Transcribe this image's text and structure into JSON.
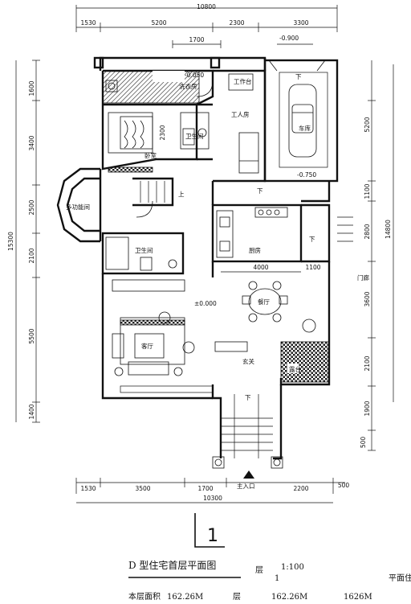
{
  "dimensions": {
    "top_overall": "10800",
    "top_row": [
      "1530",
      "5200",
      "2300",
      "3300"
    ],
    "top_inner": "1700",
    "left_overall": "15300",
    "left_segments": [
      "1600",
      "3400",
      "2500",
      "2100",
      "5500",
      "1400"
    ],
    "right_overall": "14800",
    "right_segments": [
      "5200",
      "1100",
      "2800",
      "3600",
      "2100",
      "1900",
      "500"
    ],
    "bottom_row": [
      "1530",
      "3500",
      "1700",
      "2200",
      "500"
    ],
    "bottom_overall": "10300",
    "dining_width": "4000",
    "dining_right": "1100"
  },
  "levels": {
    "garage": "-0.900",
    "garage_lower": "-0.750",
    "laundry": "-0.050",
    "main": "±0.000"
  },
  "rooms": {
    "laundry": "洗衣房",
    "tool_room": "工作台",
    "worker_room": "工人房",
    "garage": "车库",
    "bathroom_upper": "卫生间",
    "bedroom": "卧室",
    "bay_room": "多功能间",
    "bathroom_lower": "卫生间",
    "kitchen": "厨房",
    "dining": "餐厅",
    "living": "客厅",
    "foyer": "玄关",
    "porch": "门廊",
    "terrace": "露台",
    "entrance": "主入口"
  },
  "marks": {
    "up": "上",
    "down": "下",
    "dim_2300v": "2300"
  },
  "label": {
    "floor_number": "1"
  },
  "footer": {
    "title": "D 型住宅首层平面图",
    "scale_text": "1:100",
    "area_label": "本层面积",
    "area_value": "162.26M",
    "ghost_1": "层",
    "ghost_2": "1",
    "ghost_3": "162.26M",
    "ghost_4": "1626M",
    "ghost_5": "平面住"
  }
}
